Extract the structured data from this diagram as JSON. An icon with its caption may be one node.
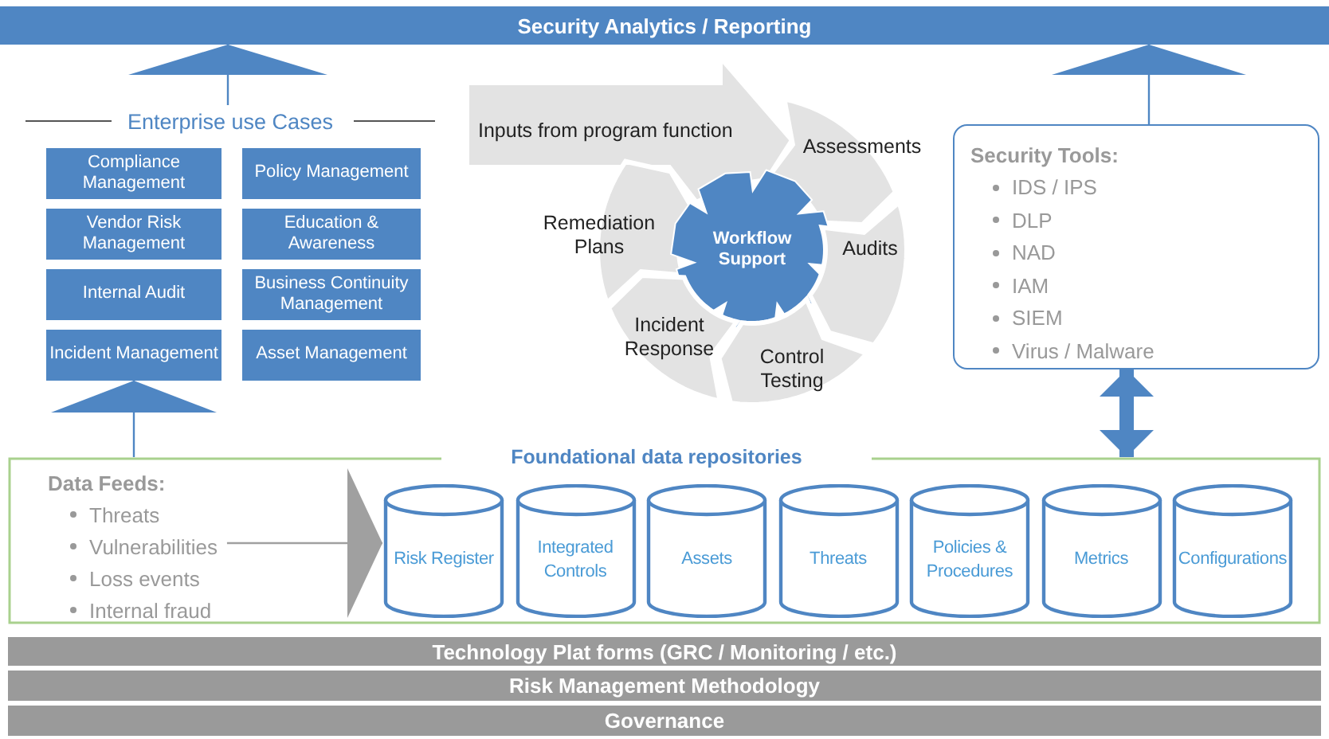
{
  "diagram": {
    "nodes": [
      {
        "text": [
          "Security Analytics / Reporting"
        ]
      },
      {
        "text": [
          "Enterprise use Cases"
        ]
      },
      {
        "text": [
          "Compliance Management"
        ]
      },
      {
        "text": [
          "Policy Management"
        ]
      },
      {
        "text": [
          "Vendor Risk Management"
        ]
      },
      {
        "text": [
          "Education & Awareness"
        ]
      },
      {
        "text": [
          "Internal Audit"
        ]
      },
      {
        "text": [
          "Business Continuity Management"
        ]
      },
      {
        "text": [
          "Incident Management"
        ]
      },
      {
        "text": [
          "Asset Management"
        ]
      },
      {
        "text": [
          "Inputs from program function"
        ]
      },
      {
        "text": [
          "Assessments"
        ]
      },
      {
        "text": [
          "Remediation Plans"
        ]
      },
      {
        "text": [
          "Workflow Support"
        ]
      },
      {
        "text": [
          "Audits"
        ]
      },
      {
        "text": [
          "Incident Response"
        ]
      },
      {
        "text": [
          "Control Testing"
        ]
      },
      {
        "text": [
          "Security Tools:",
          "IDS / IPS",
          "DLP",
          "NAD",
          "IAM",
          "SIEM",
          "Virus / Malware"
        ]
      },
      {
        "text": [
          "Foundational data repositories"
        ]
      },
      {
        "text": [
          "Data Feeds:",
          "Threats",
          "Vulnerabilities",
          "Loss events",
          "Internal fraud"
        ],
        "in": 18
      },
      {
        "text": [
          "Risk Register"
        ],
        "in": 18
      },
      {
        "text": [
          "Integrated Controls"
        ],
        "in": 18
      },
      {
        "text": [
          "Assets"
        ],
        "in": 18
      },
      {
        "text": [
          "Threats"
        ],
        "in": 18
      },
      {
        "text": [
          "Policies & Procedures"
        ],
        "in": 18
      },
      {
        "text": [
          "Metrics"
        ],
        "in": 18
      },
      {
        "text": [
          "Configurations"
        ],
        "in": 18
      },
      {
        "text": [
          "Technology Plat forms (GRC / Monitoring / etc.)"
        ]
      },
      {
        "text": [
          "Risk Management Methodology"
        ]
      },
      {
        "text": [
          "Governance"
        ]
      }
    ],
    "edges": [
      {
        "from": 1,
        "to": 0,
        "arrow": "to"
      },
      {
        "from": 17,
        "to": 0,
        "arrow": "to"
      },
      {
        "from": 18,
        "to": 8,
        "arrow": "to"
      },
      {
        "from": 17,
        "to": 18,
        "arrow": "both",
        "style": "thick"
      },
      {
        "from": 19,
        "to": 20,
        "arrow": "to",
        "color": "#a0a0a0"
      }
    ]
  }
}
